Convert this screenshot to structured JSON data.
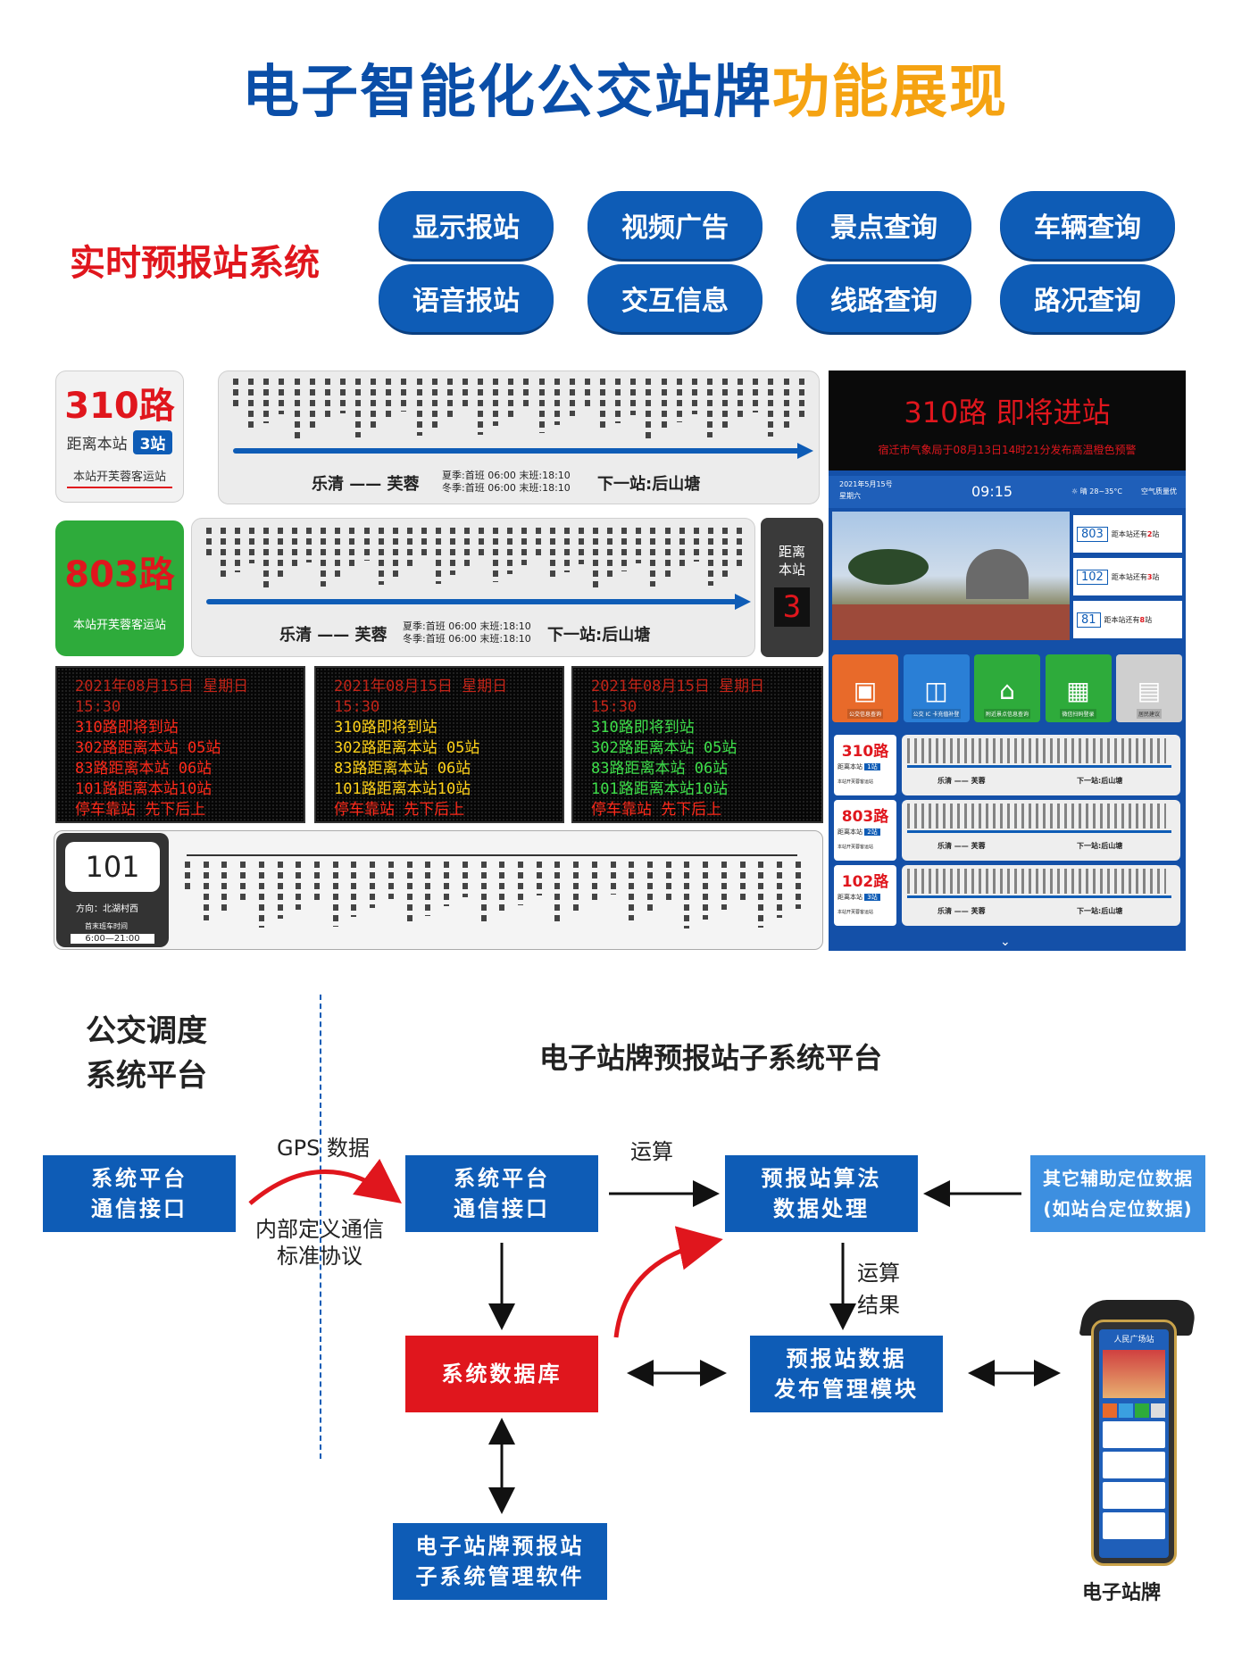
{
  "header": {
    "title_main": "电子智能化公交站牌",
    "title_highlight": "功能展现"
  },
  "realtime": {
    "title": "实时预报站系统"
  },
  "features": [
    "显示报站",
    "视频广告",
    "景点查询",
    "车辆查询",
    "语音报站",
    "交互信息",
    "线路查询",
    "路况查询"
  ],
  "board1": {
    "route": "310路",
    "distance_label": "距离本站",
    "distance_value": "3站",
    "terminal": "本站开芙蓉客运站",
    "from_to": "乐清 —— 芙蓉",
    "summer": "夏季:首班 06:00  末班:18:10",
    "winter": "冬季:首班 06:00  末班:18:10",
    "next": "下一站:后山塘"
  },
  "board2": {
    "route": "803路",
    "terminal": "本站开芙蓉客运站",
    "from_to": "乐清 —— 芙蓉",
    "summer": "夏季:首班 06:00  末班:18:10",
    "winter": "冬季:首班 06:00  末班:18:10",
    "next": "下一站:后山塘",
    "dist_label": "距离本站",
    "dist_value": "3"
  },
  "led_lines": [
    "2021年08月15日  星期日  15:30",
    "310路即将到站",
    "302路距离本站 05站",
    "83路距离本站 06站",
    "101路距离本站10站",
    "停车靠站  先下后上"
  ],
  "led_colors": {
    "red": "#ff2a1a",
    "yellow": "#ffd21a",
    "green": "#3ee04a"
  },
  "board101": {
    "route": "101",
    "direction": "方向：北湖村西",
    "hours_label": "首末班车时间",
    "hours": "6:00—21:00"
  },
  "screen": {
    "title": "310路  即将进站",
    "warning": "宿迁市气象局于08月13日14时21分发布高温橙色预警",
    "date": "2021年5月15号",
    "weekday": "星期六",
    "time": "09:15",
    "weather": "晴 28~35°C",
    "air": "空气质量优",
    "arrivals": [
      {
        "route": "803",
        "text": "距本站还有",
        "n": "2",
        "unit": "站"
      },
      {
        "route": "102",
        "text": "距本站还有",
        "n": "3",
        "unit": "站"
      },
      {
        "route": "81",
        "text": "距本站还有",
        "n": "8",
        "unit": "站"
      }
    ],
    "apps": [
      "公交信息查询",
      "公交 IC 卡充值补登",
      "附近景点信息查询",
      "微信扫码登录",
      "居民建议"
    ],
    "mini": [
      {
        "route": "310路",
        "dist": "1站"
      },
      {
        "route": "803路",
        "dist": "2站"
      },
      {
        "route": "102路",
        "dist": "3站"
      }
    ],
    "mini_label": "距离本站",
    "mini_terminal": "本站开芙蓉客运站",
    "mini_fromto": "乐清 —— 芙蓉",
    "mini_next": "下一站:后山塘"
  },
  "dispatch": {
    "left_title_1": "公交调度",
    "left_title_2": "系统平台",
    "right_title": "电子站牌预报站子系统平台"
  },
  "flow": {
    "box1": [
      "系统平台",
      "通信接口"
    ],
    "box2": [
      "系统平台",
      "通信接口"
    ],
    "box3": [
      "预报站算法",
      "数据处理"
    ],
    "box4": [
      "其它辅助定位数据",
      "(如站台定位数据)"
    ],
    "box5": "系统数据库",
    "box6": [
      "预报站数据",
      "发布管理模块"
    ],
    "box7": [
      "电子站牌预报站",
      "子系统管理软件"
    ],
    "gps": "GPS 数据",
    "protocol_1": "内部定义通信",
    "protocol_2": "标准协议",
    "calc": "运算",
    "calc_result_1": "运算",
    "calc_result_2": "结果",
    "kiosk_label": "电子站牌",
    "kiosk_screen": "人民广场站"
  },
  "colors": {
    "blue": "#0e5cb6",
    "red": "#e0161d",
    "orange": "#f5a312",
    "lightblue": "#3d8fe0"
  }
}
